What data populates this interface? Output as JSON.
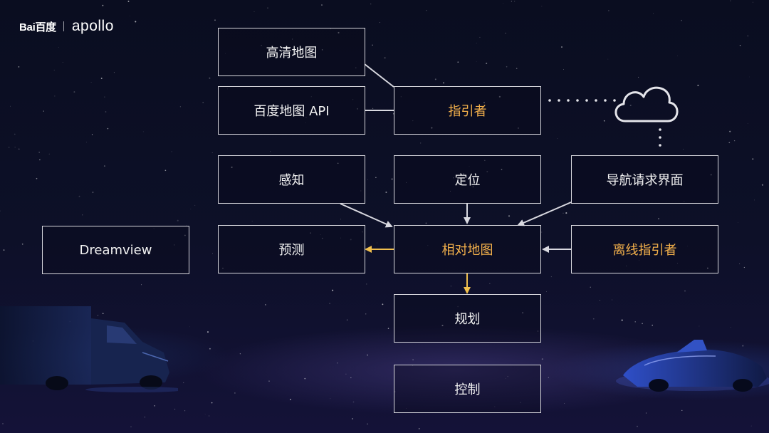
{
  "logo": {
    "baidu": "Bai百度",
    "apollo": "apollo"
  },
  "nodes": {
    "hd_map": "高清地图",
    "baidu_map_api": "百度地图 API",
    "guide": "指引者",
    "perception": "感知",
    "localization": "定位",
    "navigation_ui": "导航请求界面",
    "dreamview": "Dreamview",
    "prediction": "预测",
    "relative_map": "相对地图",
    "offline_guide": "离线指引者",
    "planning": "规划",
    "control": "控制"
  },
  "colors": {
    "background": "#0b0e22",
    "box_border": "#d8d8de",
    "text_white": "#f2f2f2",
    "text_orange": "#f3b04b",
    "arrow_white": "#d9d9e0",
    "arrow_yellow": "#f1c04e"
  },
  "icons": {
    "cloud": "cloud-icon"
  }
}
